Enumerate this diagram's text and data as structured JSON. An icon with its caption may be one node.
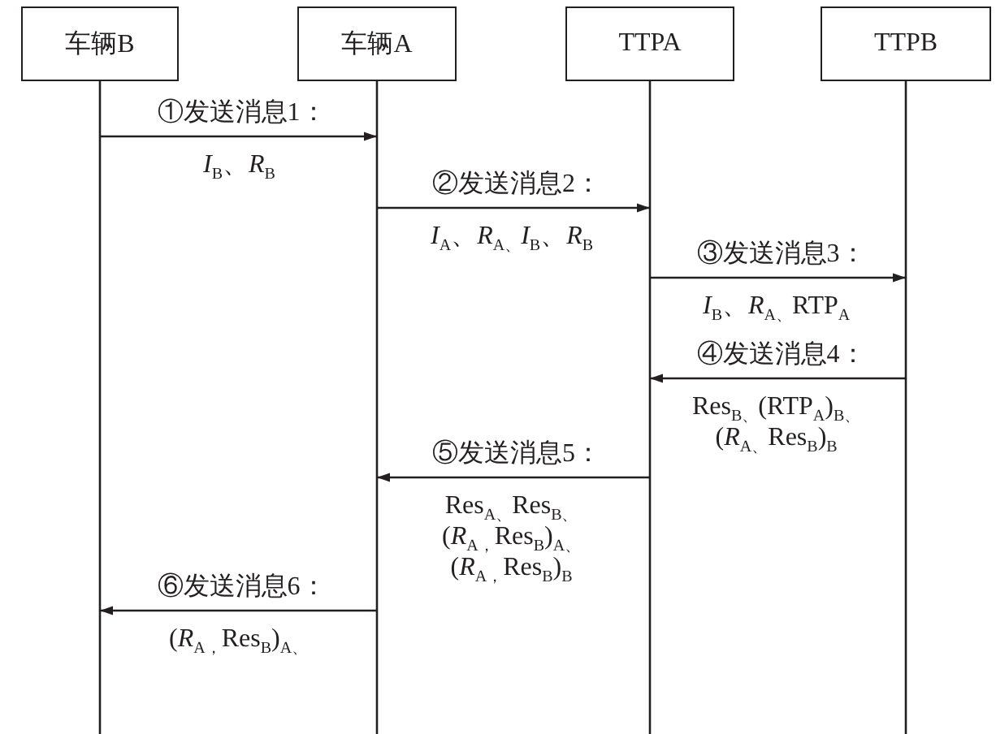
{
  "diagram": {
    "nodes": [
      {
        "text": [
          "车辆B"
        ]
      },
      {
        "text": [
          "车辆A"
        ]
      },
      {
        "text": [
          "TTPA"
        ]
      },
      {
        "text": [
          "TTPB"
        ]
      }
    ],
    "edges": [
      {
        "from": 0,
        "to": 1,
        "arrow": "to",
        "label": "①发送消息1："
      },
      {
        "from": 1,
        "to": 2,
        "arrow": "to",
        "label": "②发送消息2："
      },
      {
        "from": 2,
        "to": 3,
        "arrow": "to",
        "label": "③发送消息3："
      },
      {
        "from": 3,
        "to": 2,
        "arrow": "to",
        "label": "④发送消息4："
      },
      {
        "from": 2,
        "to": 1,
        "arrow": "to",
        "label": "⑤发送消息5："
      },
      {
        "from": 1,
        "to": 0,
        "arrow": "to",
        "label": "⑥发送消息6："
      }
    ],
    "labels": [
      "*I*$_{B}$、*R*$_{B}$",
      "*I*$_{A}$、*R*$_{A、}$*I*$_{B}$、*R*$_{B}$",
      "*I*$_{B}$、*R*$_{A、}$RTP$_{A}$",
      "Res$_{B、}$(RTP$_{A}$)$_{B、}$ (*R*$_{A、}$Res$_{B}$)$_{B}$",
      "Res$_{A、}$Res$_{B、}$ (*R*$_{A，}$Res$_{B}$)$_{A、}$ (*R*$_{A，}$Res$_{B}$)$_{B}$",
      "(*R*$_{A，}$Res$_{B}$)$_{A、}$"
    ]
  }
}
